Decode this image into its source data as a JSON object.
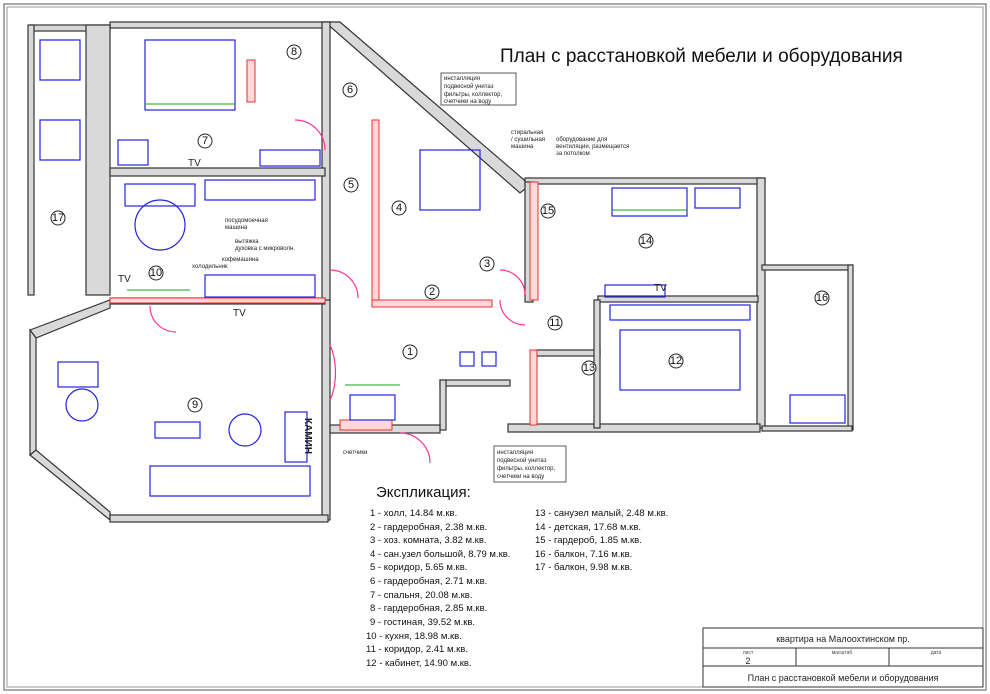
{
  "title": "План с расстановкой мебели и оборудования",
  "rooms": [
    {
      "num": "1"
    },
    {
      "num": "2"
    },
    {
      "num": "3"
    },
    {
      "num": "4"
    },
    {
      "num": "5"
    },
    {
      "num": "6"
    },
    {
      "num": "7"
    },
    {
      "num": "8"
    },
    {
      "num": "9"
    },
    {
      "num": "10"
    },
    {
      "num": "11"
    },
    {
      "num": "12"
    },
    {
      "num": "13"
    },
    {
      "num": "14"
    },
    {
      "num": "15"
    },
    {
      "num": "16"
    },
    {
      "num": "17"
    }
  ],
  "labels": {
    "tv": "TV",
    "fireplace": "КАМИН",
    "meters": "счетчики",
    "note_top": [
      "инсталляция",
      "подвесной унитаз",
      "фильтры, коллектор,",
      "счетчики на воду"
    ],
    "note_bottom": [
      "инсталляция",
      "подвесной унитаз",
      "фильтры, коллектор,",
      "счетчики на воду"
    ],
    "washer": [
      "стиральная",
      "/ сушильная",
      "машина"
    ],
    "ventilation": [
      "оборудование для",
      "вентиляции, размещается",
      "за потолком"
    ],
    "kitchen": [
      "посудомоечная",
      "машина",
      "вытяжка",
      "духовка с микроволн.",
      "кофемашина",
      "холодильник"
    ]
  },
  "explication": {
    "heading": "Экспликация:",
    "items": [
      "1 - холл, 14.84 м.кв.",
      "2 - гардеробная, 2.38 м.кв.",
      "3 - хоз. комната, 3.82 м.кв.",
      "4 - сан.узел большой, 8.79 м.кв.",
      "5 - коридор, 5.65 м.кв.",
      "6 - гардеробная, 2.71 м.кв.",
      "7 - спальня, 20.08 м.кв.",
      "8 - гардеробная, 2.85 м.кв.",
      "9 - гостиная, 39.52 м.кв.",
      "10 - кухня, 18.98 м.кв.",
      "11 - коридор, 2.41 м.кв.",
      "12 - кабинет, 14.90 м.кв.",
      "13 - санузел малый, 2.48 м.кв.",
      "14 - детская, 17.68 м.кв.",
      "15 - гардероб, 1.85 м.кв.",
      "16 - балкон, 7.16 м.кв.",
      "17 - балкон, 9.98 м.кв."
    ]
  },
  "title_block": {
    "project": "квартира на Малоохтинском пр.",
    "sheet_label": "лист",
    "sheet": "2",
    "scale_label": "масштаб",
    "date_label": "дата",
    "drawing": "План с расстановкой мебели и оборудования"
  },
  "colors": {
    "wall": "#d9d9d9",
    "furniture": "#2323e0",
    "dimension": "#1aa01a",
    "door": "#ff3399",
    "new_wall": "#e83030"
  }
}
